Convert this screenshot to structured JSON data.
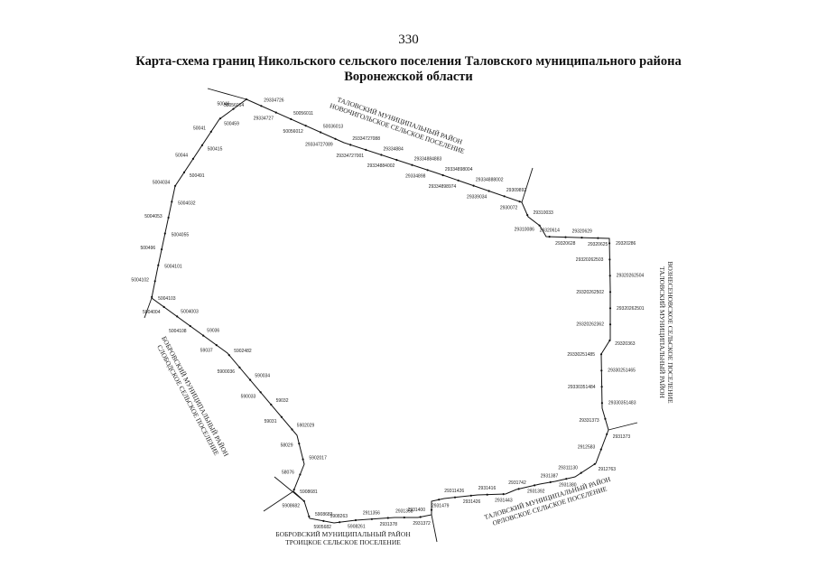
{
  "page_number": "330",
  "title": {
    "line1": "Карта-схема границ Никольского сельского поселения Таловского муниципального района",
    "line2": "Воронежской области"
  },
  "colors": {
    "boundary": "#111111",
    "text": "#222222",
    "background": "#ffffff"
  },
  "neighbors": {
    "north": {
      "line1": "ТАЛОВСКИЙ МУНИЦИПАЛЬНЫЙ РАЙОН",
      "line2": "НОВОЧИГОЛЬСКОЕ СЕЛЬСКОЕ ПОСЕЛЕНИЕ"
    },
    "east": {
      "line1": "ТАЛОВСКИЙ МУНИЦИПАЛЬНЫЙ РАЙОН",
      "line2": "ВОЗНЕСЕНОВСКОЕ СЕЛЬСКОЕ ПОСЕЛЕНИЕ"
    },
    "southeast": {
      "line1": "ТАЛОВСКИЙ МУНИЦИПАЛЬНЫЙ РАЙОН",
      "line2": "ОРЛОВСКОЕ СЕЛЬСКОЕ ПОСЕЛЕНИЕ"
    },
    "west": {
      "line1": "БОБРОВСКИЙ МУНИЦИПАЛЬНЫЙ РАЙОН",
      "line2": "СЛОБОДСКОЕ СЕЛЬСКОЕ ПОСЕЛЕНИЕ"
    },
    "south": {
      "line1": "БОБРОВСКИЙ МУНИЦИПАЛЬНЫЙ РАЙОН",
      "line2": "ТРОИЦКОЕ СЕЛЬСКОЕ ПОСЕЛЕНИЕ"
    }
  },
  "points": [
    "58056014",
    "29334726",
    "29334727",
    "50056011",
    "50056012",
    "50036013",
    "29334727089",
    "29334727088",
    "29334727001",
    "29334884",
    "29334884002",
    "29334884883",
    "29334898",
    "29334898004",
    "29334898974",
    "29334888002",
    "29339034",
    "29309892",
    "2930072",
    "29310033",
    "29310086",
    "29320614",
    "29320628",
    "29320629",
    "29320625",
    "29320286",
    "29320262503",
    "29320262504",
    "29320262502",
    "29320262501",
    "29320262362",
    "29320363",
    "29330251485",
    "29330251465",
    "29330351484",
    "29330351483",
    "29331373",
    "2931373",
    "2912583",
    "2912763",
    "29311130",
    "2931380",
    "2931387",
    "2931392",
    "2931742",
    "2931443",
    "2931416",
    "2931426",
    "29311426",
    "2931479",
    "2931400",
    "2931372",
    "2931358",
    "2931378",
    "2911356",
    "5908261",
    "5908263",
    "5905682",
    "5908683",
    "5908682",
    "5908681",
    "58076",
    "5902017",
    "58029",
    "5902029",
    "59031",
    "59032",
    "590033",
    "590034",
    "5900036",
    "5902482",
    "59037",
    "59036",
    "5004108",
    "5004003",
    "5004004",
    "5004103",
    "5004102",
    "5004101",
    "500496",
    "5004055",
    "5004053",
    "5004032",
    "5004034",
    "500491",
    "50044",
    "500415",
    "50041",
    "500459",
    "50046"
  ]
}
